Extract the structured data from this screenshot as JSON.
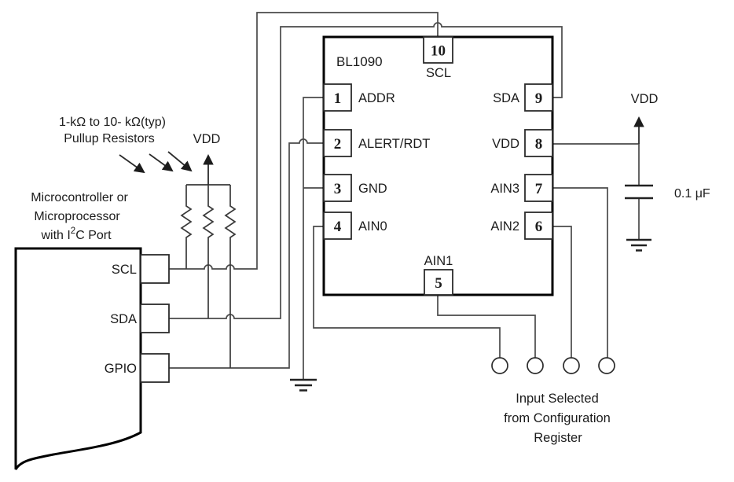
{
  "diagram_title": "BL1090 I2C application circuit schematic",
  "colors": {
    "background": "#ffffff",
    "component_outline": "#000000",
    "wire": "#4a4a4a",
    "text": "#1c1c1c"
  },
  "ic": {
    "part_number": "BL1090",
    "left_pins": [
      {
        "num": "1",
        "label": "ADDR"
      },
      {
        "num": "2",
        "label": "ALERT/RDT"
      },
      {
        "num": "3",
        "label": "GND"
      },
      {
        "num": "4",
        "label": "AIN0"
      }
    ],
    "right_pins": [
      {
        "num": "9",
        "label": "SDA"
      },
      {
        "num": "8",
        "label": "VDD"
      },
      {
        "num": "7",
        "label": "AIN3"
      },
      {
        "num": "6",
        "label": "AIN2"
      }
    ],
    "top_pin": {
      "num": "10",
      "label": "SCL"
    },
    "bottom_pin": {
      "num": "5",
      "label": "AIN1"
    }
  },
  "mcu": {
    "title_line1": "Microcontroller or",
    "title_line2": "Microprocessor",
    "title_line3_parts": {
      "pre": "with I",
      "sup": "2",
      "post": "C Port"
    },
    "pins": [
      "SCL",
      "SDA",
      "GPIO"
    ]
  },
  "pullup_note": {
    "line1": "1-kΩ to 10- kΩ(typ)",
    "line2": "Pullup Resistors"
  },
  "vdd_left_label": "VDD",
  "vdd_right_label": "VDD",
  "cap_label": "0.1 μF",
  "input_note": {
    "line1": "Input Selected",
    "line2": "from Configuration",
    "line3": "Register"
  }
}
